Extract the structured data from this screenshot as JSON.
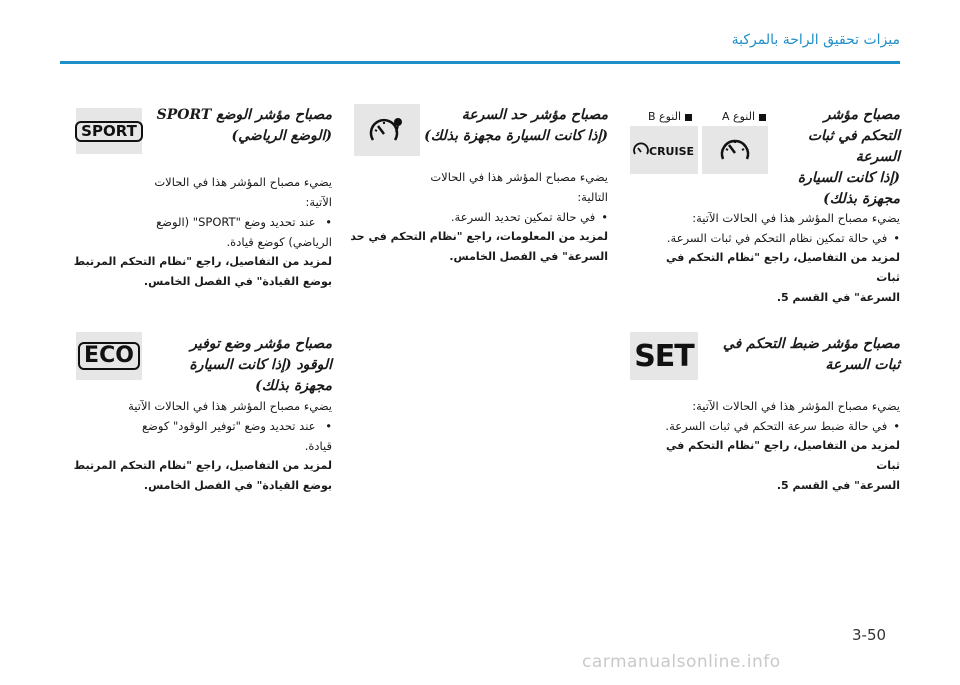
{
  "header": {
    "title": "ميزات تحقيق الراحة بالمركبة"
  },
  "sections": {
    "cruise_status": {
      "title_lines": [
        "مصباح مؤشر",
        "التحكم في ثبات",
        "السرعة",
        "(إذا كانت السيارة",
        "مجهزة بذلك)"
      ],
      "intro": "يضيء مصباح المؤشر هذا في الحالات الآتية:",
      "bullet": "في حالة تمكين نظام التحكم في ثبات السرعة.",
      "ref_lines": [
        "لمزيد من التفاصيل، راجع \"نظام التحكم في ثبات",
        "السرعة\" في القسم 5."
      ],
      "type_a": "النوع A",
      "type_b": "النوع B",
      "icon_b_text": "CRUISE"
    },
    "speed_limit": {
      "title_lines": [
        "مصباح مؤشر حد السرعة",
        "(إذا كانت السيارة مجهزة بذلك)"
      ],
      "intro": "يضيء مصباح المؤشر هذا في الحالات التالية:",
      "bullet": "في حالة تمكين تحديد السرعة.",
      "ref_lines": [
        "لمزيد من المعلومات، راجع \"نظام التحكم في حد",
        "السرعة\" في الفصل الخامس."
      ]
    },
    "sport_mode": {
      "title_lines": [
        "مصباح مؤشر الوضع SPORT",
        "(الوضع الرياضي)"
      ],
      "intro_lines": [
        "يضيء مصباح المؤشر هذا في الحالات",
        "الآتية:"
      ],
      "bullet_lines": [
        "عند تحديد وضع \"SPORT\" (الوضع",
        "الرياضي) كوضع قيادة."
      ],
      "ref_lines": [
        "لمزيد من التفاصيل، راجع \"نظام التحكم المرتبط",
        "بوضع القيادة\" في الفصل الخامس."
      ],
      "icon_text": "SPORT"
    },
    "cruise_set": {
      "title_lines": [
        "مصباح مؤشر ضبط التحكم في",
        "ثبات السرعة"
      ],
      "intro": "يضيء مصباح المؤشر هذا في الحالات الآتية:",
      "bullet": "في حالة ضبط سرعة التحكم في ثبات السرعة.",
      "ref_lines": [
        "لمزيد من التفاصيل، راجع \"نظام التحكم في ثبات",
        "السرعة\" في القسم 5."
      ],
      "icon_text": "SET"
    },
    "eco_mode": {
      "title_lines": [
        "مصباح مؤشر وضع توفير",
        "الوقود (إذا كانت السيارة",
        "مجهزة بذلك)"
      ],
      "intro": "يضيء مصباح المؤشر هذا في الحالات الآتية",
      "bullet_lines": [
        "عند تحديد وضع \"توفير الوقود\" كوضع",
        "قيادة."
      ],
      "ref_lines": [
        "لمزيد من التفاصيل، راجع \"نظام التحكم المرتبط",
        "بوضع القيادة\" في الفصل الخامس."
      ],
      "icon_text": "ECO"
    }
  },
  "footer": {
    "page_number": "3-50",
    "watermark": "carmanualsonline.info"
  }
}
